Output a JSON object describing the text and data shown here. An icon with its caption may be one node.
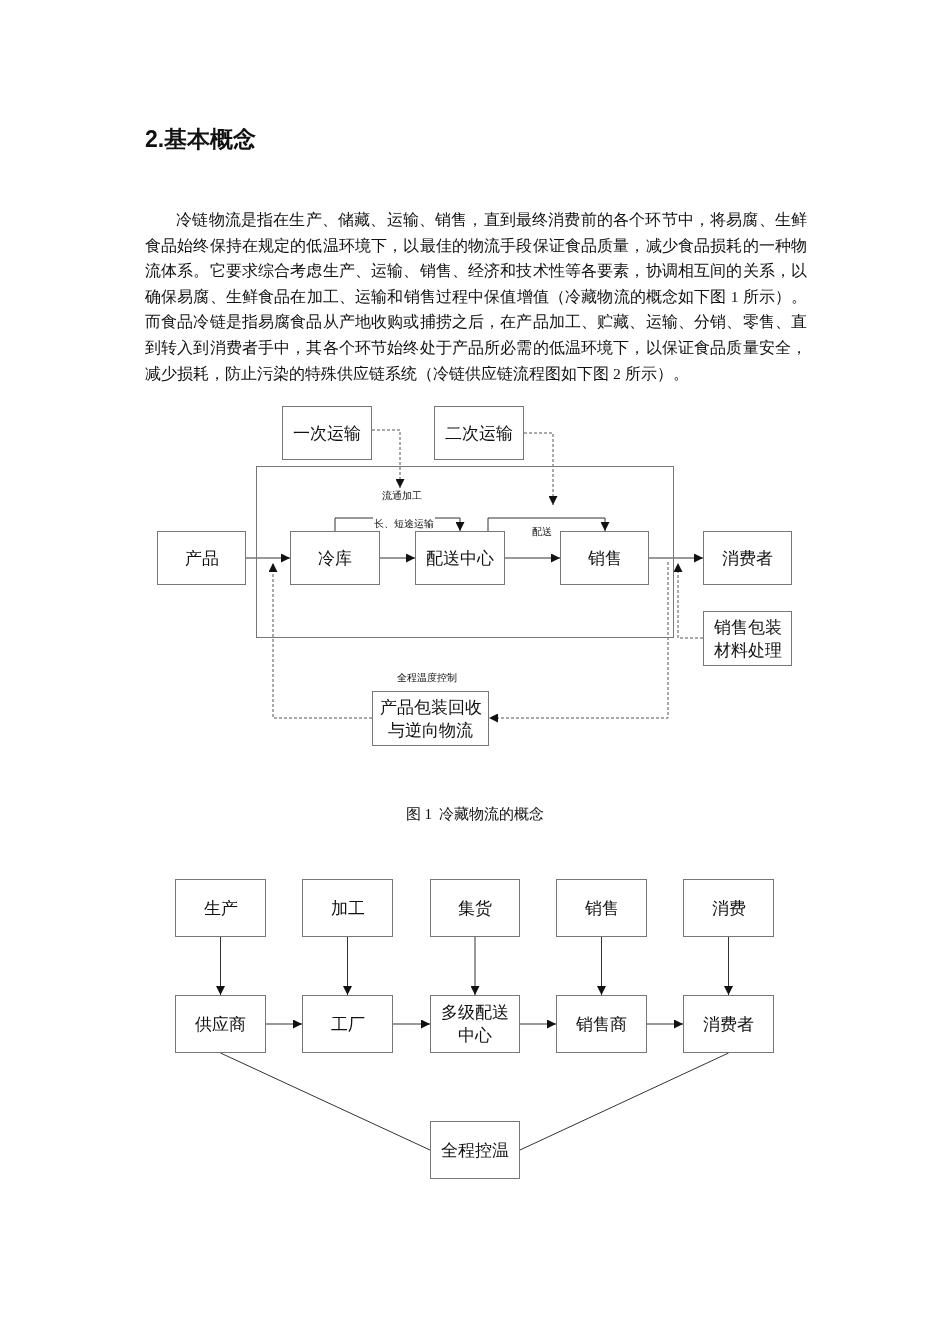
{
  "diagram": {
    "title": "2.基本概念",
    "caption": "图 1  冷藏物流的概念",
    "nodes": [
      {
        "text": [],
        "shape": "box"
      },
      {
        "text": [
          "一次运输"
        ]
      },
      {
        "text": [
          "二次运输"
        ]
      },
      {
        "text": [
          "流通加工"
        ],
        "in": 0
      },
      {
        "text": [
          "产品"
        ]
      },
      {
        "text": [
          "冷库"
        ],
        "in": 0
      },
      {
        "text": [
          "配送中心"
        ],
        "in": 0
      },
      {
        "text": [
          "销售"
        ],
        "in": 0
      },
      {
        "text": [
          "消费者"
        ]
      },
      {
        "text": [
          "销售包装材料处理"
        ]
      },
      {
        "text": [
          "产品包装回收与逆向物流"
        ],
        "beside": [
          "全程温度控制"
        ]
      },
      {
        "text": [
          "生产"
        ]
      },
      {
        "text": [
          "加工"
        ]
      },
      {
        "text": [
          "集货"
        ]
      },
      {
        "text": [
          "销售"
        ]
      },
      {
        "text": [
          "消费"
        ]
      },
      {
        "text": [
          "供应商"
        ]
      },
      {
        "text": [
          "工厂"
        ]
      },
      {
        "text": [
          "多级配送中心"
        ]
      },
      {
        "text": [
          "销售商"
        ]
      },
      {
        "text": [
          "消费者"
        ]
      },
      {
        "text": [
          "全程控温"
        ]
      }
    ],
    "edges": [
      {
        "from": 4,
        "to": 5,
        "arrow": "to"
      },
      {
        "from": 5,
        "to": 6,
        "arrow": "to"
      },
      {
        "from": 6,
        "to": 7,
        "arrow": "to"
      },
      {
        "from": 7,
        "to": 8,
        "arrow": "to"
      },
      {
        "from": 5,
        "to": 6,
        "arrow": "to",
        "label": "长、短途运输"
      },
      {
        "from": 6,
        "to": 7,
        "arrow": "to",
        "label": "配送"
      },
      {
        "from": 1,
        "to": 3,
        "arrow": "to",
        "style": "dashed"
      },
      {
        "from": 2,
        "to": 7,
        "arrow": "to",
        "style": "dashed"
      },
      {
        "from": 9,
        "to": 0,
        "arrow": "to",
        "style": "dashed"
      },
      {
        "from": 0,
        "to": 10,
        "arrow": "to",
        "style": "dashed"
      },
      {
        "from": 10,
        "to": 5,
        "arrow": "to",
        "style": "dashed"
      },
      {
        "from": 11,
        "to": 16,
        "arrow": "to"
      },
      {
        "from": 12,
        "to": 17,
        "arrow": "to"
      },
      {
        "from": 13,
        "to": 18,
        "arrow": "to"
      },
      {
        "from": 14,
        "to": 19,
        "arrow": "to"
      },
      {
        "from": 15,
        "to": 20,
        "arrow": "to"
      },
      {
        "from": 16,
        "to": 17,
        "arrow": "to"
      },
      {
        "from": 17,
        "to": 18,
        "arrow": "to"
      },
      {
        "from": 18,
        "to": 19,
        "arrow": "to"
      },
      {
        "from": 19,
        "to": 20,
        "arrow": "to"
      },
      {
        "from": 16,
        "to": 21,
        "arrow": "none"
      },
      {
        "from": 20,
        "to": 21,
        "arrow": "none"
      }
    ],
    "labels": [
      "冷链物流是指在生产、储藏、运输、销售，直到最终消费前的各个环节中，将易腐、生鲜食品始终保持在规定的低温环境下，以最佳的物流手段保证食品质量，减少食品损耗的一种物流体系。它要求综合考虑生产、运输、销售、经济和技术性等各要素，协调相互间的关系，以确保易腐、生鲜食品在加工、运输和销售过程中保值增值（冷藏物流的概念如下图 1 所示）。而食品冷链是指易腐食品从产地收购或捕捞之后，在产品加工、贮藏、运输、分销、零售、直到转入到消费者手中，其各个环节始终处于产品所必需的低温环境下，以保证食品质量安全，减少损耗，防止污染的特殊供应链系统（冷链供应链流程图如下图 2 所示）。"
    ]
  }
}
